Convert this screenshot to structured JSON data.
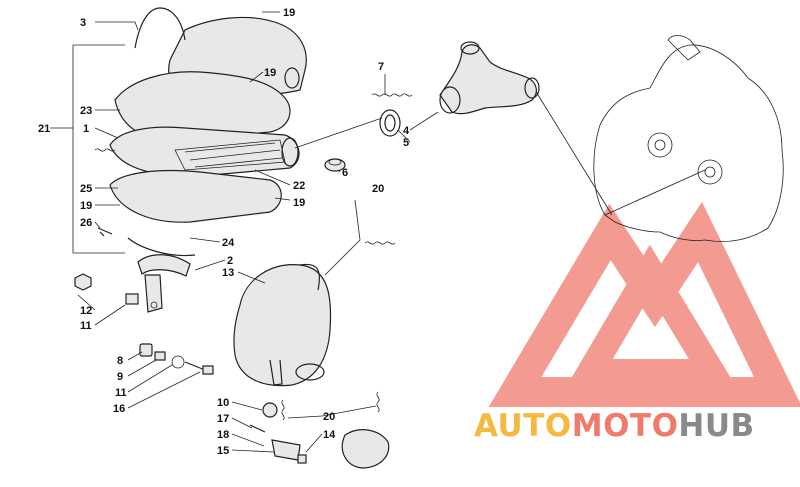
{
  "callouts": [
    {
      "id": "c3",
      "text": "3"
    },
    {
      "id": "c19a",
      "text": "19"
    },
    {
      "id": "c19b",
      "text": "19"
    },
    {
      "id": "c7",
      "text": "7"
    },
    {
      "id": "c23",
      "text": "23"
    },
    {
      "id": "c21",
      "text": "21"
    },
    {
      "id": "c1",
      "text": "1"
    },
    {
      "id": "c4",
      "text": "4"
    },
    {
      "id": "c5",
      "text": "5"
    },
    {
      "id": "c6",
      "text": "6"
    },
    {
      "id": "c22",
      "text": "22"
    },
    {
      "id": "c25",
      "text": "25"
    },
    {
      "id": "c20a",
      "text": "20"
    },
    {
      "id": "c19c",
      "text": "19"
    },
    {
      "id": "c19d",
      "text": "19"
    },
    {
      "id": "c26",
      "text": "26"
    },
    {
      "id": "c24",
      "text": "24"
    },
    {
      "id": "c2",
      "text": "2"
    },
    {
      "id": "c13",
      "text": "13"
    },
    {
      "id": "c12",
      "text": "12"
    },
    {
      "id": "c11a",
      "text": "11"
    },
    {
      "id": "c8",
      "text": "8"
    },
    {
      "id": "c9",
      "text": "9"
    },
    {
      "id": "c11b",
      "text": "11"
    },
    {
      "id": "c16",
      "text": "16"
    },
    {
      "id": "c10",
      "text": "10"
    },
    {
      "id": "c17",
      "text": "17"
    },
    {
      "id": "c20b",
      "text": "20"
    },
    {
      "id": "c18",
      "text": "18"
    },
    {
      "id": "c14",
      "text": "14"
    },
    {
      "id": "c15",
      "text": "15"
    }
  ],
  "watermark": {
    "part1": "AUTO",
    "part2": "MOTO",
    "part3": "HUB",
    "color1": "#f5b942",
    "color2": "#f07a6c",
    "color3": "#8a8a8a",
    "logo_color": "#f39186"
  }
}
